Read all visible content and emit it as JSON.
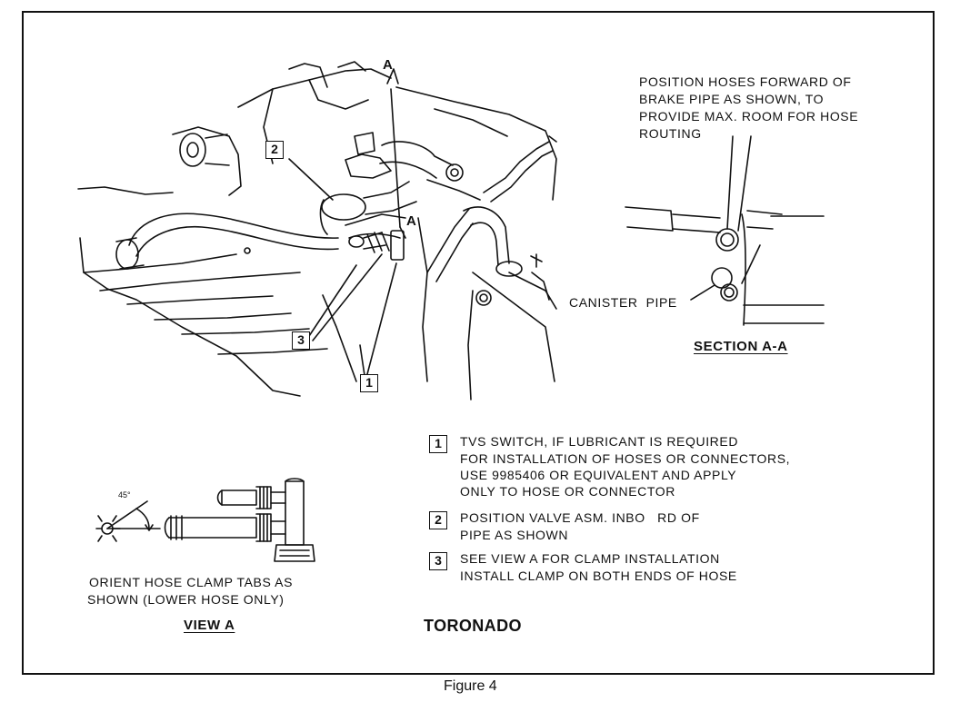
{
  "figure_caption": "Figure 4",
  "model_name": "TORONADO",
  "section_marker": "A",
  "section_marker_lower": "A",
  "section_aa": {
    "note_lines": [
      "POSITION HOSES FORWARD OF",
      "BRAKE PIPE AS SHOWN, TO",
      "PROVIDE MAX. ROOM FOR HOSE",
      "ROUTING"
    ],
    "canister_pipe_label": "CANISTER  PIPE",
    "title": "SECTION A-A"
  },
  "view_a": {
    "angle_label": "45°",
    "note_lines": [
      "ORIENT HOSE CLAMP TABS AS",
      "SHOWN (LOWER HOSE ONLY)"
    ],
    "title": "VIEW A"
  },
  "callouts_on_drawing": [
    "2",
    "3",
    "1"
  ],
  "legend": [
    {
      "number": "1",
      "lines": [
        "TVS SWITCH, IF LUBRICANT IS REQUIRED",
        "FOR INSTALLATION OF HOSES OR CONNECTORS,",
        "USE 9985406 OR EQUIVALENT AND APPLY",
        "ONLY TO HOSE OR CONNECTOR"
      ]
    },
    {
      "number": "2",
      "lines": [
        "POSITION VALVE ASM. INBO   RD OF",
        "PIPE AS SHOWN"
      ]
    },
    {
      "number": "3",
      "lines": [
        "SEE VIEW A FOR CLAMP INSTALLATION",
        "INSTALL CLAMP ON BOTH ENDS OF HOSE"
      ]
    }
  ]
}
